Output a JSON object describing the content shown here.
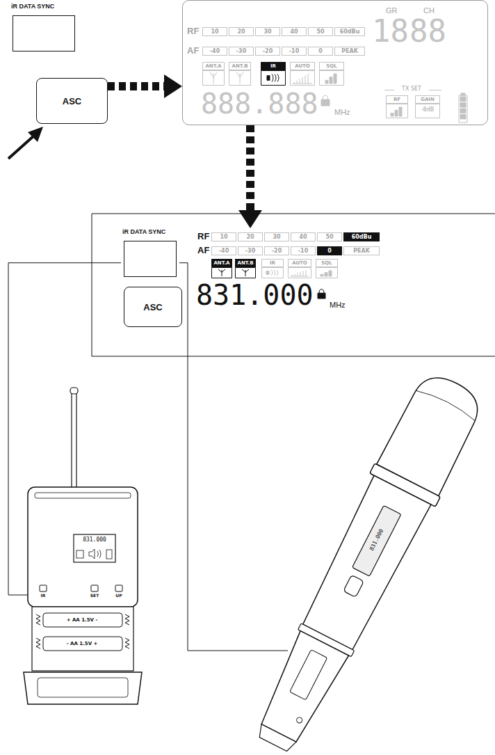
{
  "diagram": {
    "nodes": [
      {
        "text": [
          "iR DATA SYNC"
        ]
      },
      {
        "text": [
          "ASC"
        ]
      },
      {
        "text": [
          "RF",
          "10",
          "20",
          "30",
          "40",
          "50",
          "60dBu",
          "AF",
          "-40",
          "-30",
          "-20",
          "-10",
          "0",
          "PEAK",
          "ANT.A",
          "ANT.B",
          "IR",
          "AUTO",
          "SQL",
          "GR",
          "CH",
          "18",
          "88",
          "888.888",
          "MHz",
          "TX SET",
          "RF",
          "GAIN",
          "-8dB"
        ]
      },
      {
        "text": [
          "iR DATA SYNC"
        ]
      },
      {
        "text": [
          "ASC"
        ]
      },
      {
        "text": [
          "RF",
          "10",
          "20",
          "30",
          "40",
          "50",
          "60dBu",
          "AF",
          "-40",
          "-30",
          "-20",
          "-10",
          "0",
          "PEAK",
          "ANT.A",
          "ANT.B",
          "IR",
          "AUTO",
          "SQL",
          "831.000",
          "MHz"
        ]
      },
      {
        "text": [
          "831.000",
          "IR",
          "SET",
          "UP",
          "+ AA 1.5V -",
          "- AA 1.5V +"
        ]
      },
      {
        "text": [
          "831.000"
        ]
      }
    ],
    "edges": [
      {
        "from": 1,
        "to": 2,
        "arrow": "to"
      },
      {
        "from": 2,
        "to": 5,
        "arrow": "to"
      },
      {
        "from": 3,
        "to": 6,
        "arrow": "none"
      },
      {
        "from": 3,
        "to": 7,
        "arrow": "none"
      }
    ]
  }
}
